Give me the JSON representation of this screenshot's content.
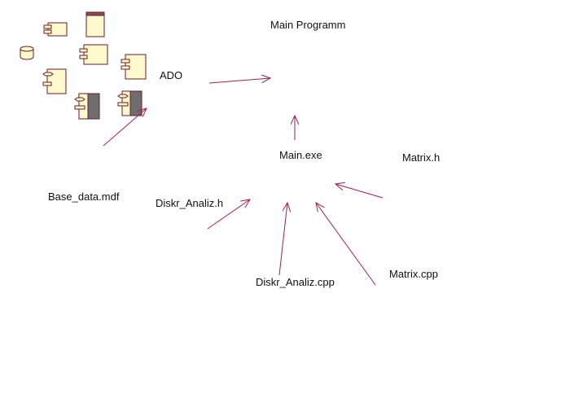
{
  "labels": {
    "main_programm": "Main Programm",
    "ado": "ADO",
    "main_exe": "Main.exe",
    "matrix_h": "Matrix.h",
    "base_data": "Base_data.mdf",
    "diskr_h": "Diskr_Analiz.h",
    "diskr_cpp": "Diskr_Analiz.cpp",
    "matrix_cpp": "Matrix.cpp"
  },
  "colors": {
    "arrow": "#a0204a",
    "shape_fill": "#fffacd",
    "shape_stroke": "#6b1a2b",
    "dark_fill": "#6e6e6e",
    "header_fill": "#8b4a5a"
  },
  "icons": [
    "component-icon",
    "subsystem-icon",
    "database-icon",
    "package-icon",
    "task-spec-icon",
    "task-body-icon",
    "package-spec-icon",
    "package-body-icon"
  ]
}
